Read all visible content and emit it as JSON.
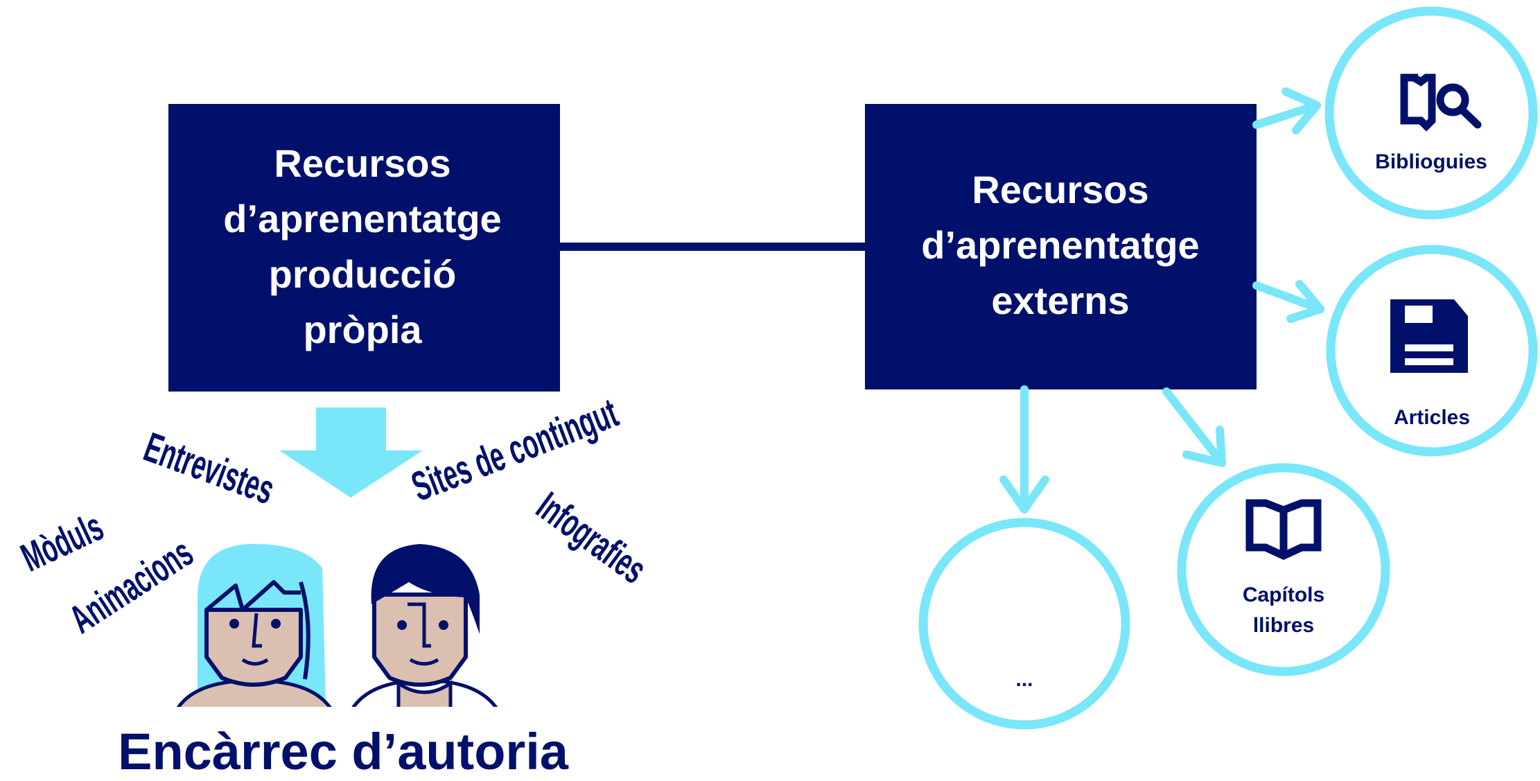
{
  "colors": {
    "navy": "#00106b",
    "cyan": "#79e6f9",
    "skin": "#dbbfb1",
    "white": "#ffffff"
  },
  "own_box": {
    "lines": [
      "Recursos",
      "d’aprenentatge",
      "producció",
      "pròpia"
    ]
  },
  "external_box": {
    "lines": [
      "Recursos",
      "d’aprenentatge",
      "externs"
    ]
  },
  "external_targets": [
    {
      "lines": [
        "Biblioguies"
      ],
      "icon": "book-search-icon"
    },
    {
      "lines": [
        "Articles"
      ],
      "icon": "document-icon"
    },
    {
      "lines": [
        "Capítols",
        "llibres"
      ],
      "icon": "open-book-icon"
    },
    {
      "lines": [
        "..."
      ],
      "icon": ""
    }
  ],
  "resource_types": [
    "Mòduls",
    "Entrevistes",
    "Animacions",
    "Sites de contingut",
    "Infografies"
  ],
  "caption": "Encàrrec d’autoria"
}
